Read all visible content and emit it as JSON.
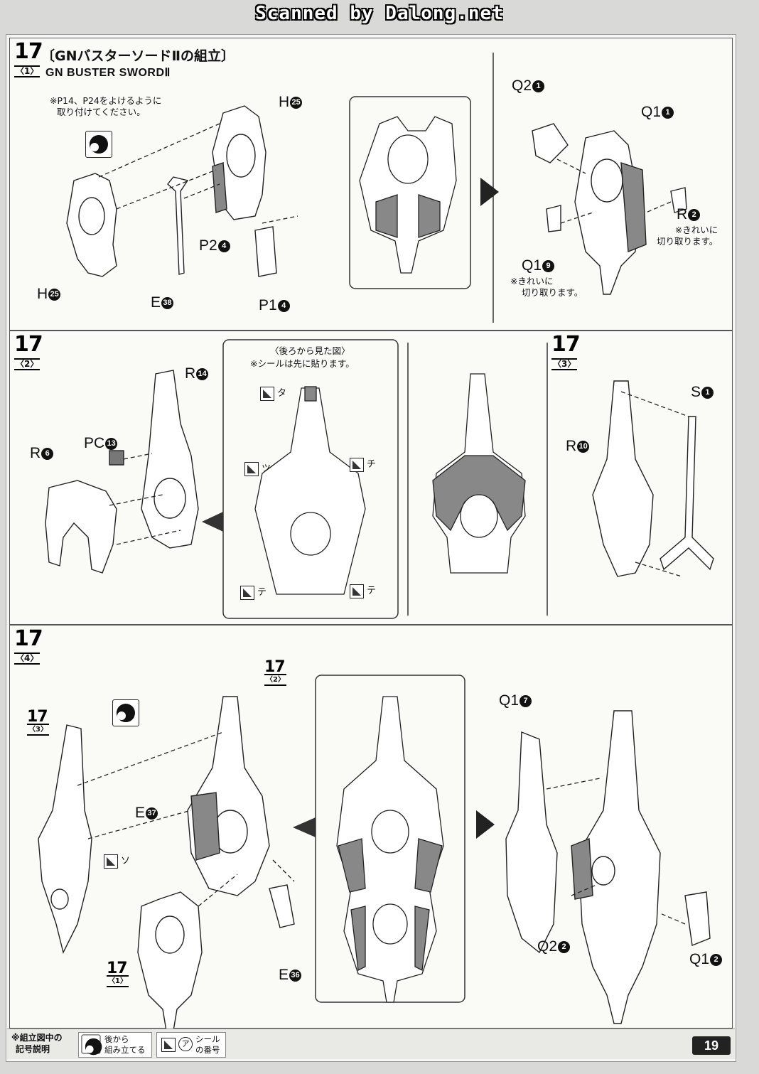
{
  "header": {
    "scan_credit": "Scanned by Dalong.net"
  },
  "step1": {
    "num": "17",
    "sub": "〈1〉",
    "title_jp": "〔GNバスターソードⅡの組立〕",
    "title_en": "GN BUSTER SWORDⅡ",
    "note": [
      "※P14、P24をよけるように",
      "取り付けてください。"
    ],
    "parts": [
      "H25",
      "H25",
      "E38",
      "P24",
      "P14",
      "Q21",
      "Q11",
      "R2",
      "Q19"
    ],
    "cut_note_r2": [
      "※きれいに",
      "切り取ります。"
    ],
    "cut_note_q19": [
      "※きれいに",
      "切り取ります。"
    ]
  },
  "step2": {
    "num": "17",
    "sub": "〈2〉",
    "parts": [
      "R14",
      "PC13",
      "R6"
    ],
    "rear_view": "〈後ろから見た図〉",
    "seal_note": "※シールは先に貼ります。",
    "seals": [
      "タ",
      "ツ",
      "チ",
      "テ",
      "テ"
    ]
  },
  "step3": {
    "num": "17",
    "sub": "〈3〉",
    "parts": [
      "S1",
      "R10"
    ]
  },
  "step4": {
    "num": "17",
    "sub": "〈4〉",
    "refs": {
      "r2": {
        "num": "17",
        "sub": "〈2〉"
      },
      "r3": {
        "num": "17",
        "sub": "〈3〉"
      },
      "r1": {
        "num": "17",
        "sub": "〈1〉"
      }
    },
    "parts": [
      "E37",
      "E36",
      "Q17",
      "Q22",
      "Q12"
    ],
    "seals": [
      "ソ"
    ]
  },
  "legend": {
    "title": [
      "※組立図中の",
      "記号説明"
    ],
    "back_label": [
      "後から",
      "組み立てる"
    ],
    "seal_glyph": "ア",
    "seal_label": [
      "シール",
      "の番号"
    ]
  },
  "page_number": "19"
}
